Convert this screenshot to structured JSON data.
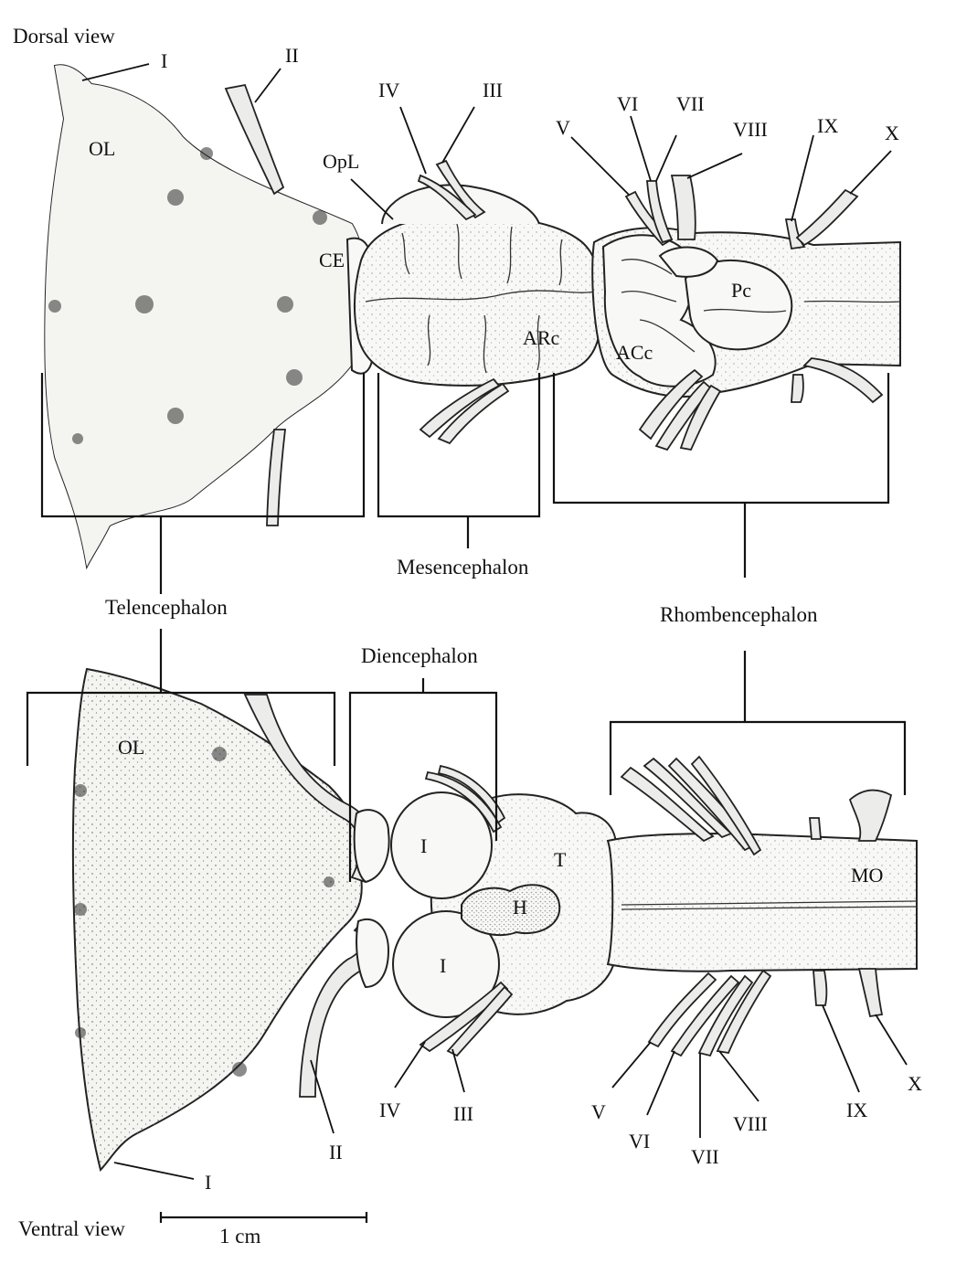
{
  "views": {
    "dorsal": "Dorsal view",
    "ventral": "Ventral view"
  },
  "regions": {
    "telencephalon": "Telencephalon",
    "mesencephalon": "Mesencephalon",
    "diencephalon": "Diencephalon",
    "rhombencephalon": "Rhombencephalon"
  },
  "dorsal_labels": {
    "ol": "OL",
    "opl": "OpL",
    "ce": "CE",
    "arc": "ARc",
    "acc": "ACc",
    "pc": "Pc",
    "n1": "I",
    "n2": "II",
    "n3": "III",
    "n4": "IV",
    "n5": "V",
    "n6": "VI",
    "n7": "VII",
    "n8": "VIII",
    "n9": "IX",
    "n10": "X"
  },
  "ventral_labels": {
    "ol": "OL",
    "i_upper": "I",
    "i_lower": "I",
    "t": "T",
    "h": "H",
    "mo": "MO",
    "n1": "I",
    "n2": "II",
    "n3": "III",
    "n4": "IV",
    "n5": "V",
    "n6": "VI",
    "n7": "VII",
    "n8": "VIII",
    "n9": "IX",
    "n10": "X"
  },
  "scale_bar": "1 cm"
}
